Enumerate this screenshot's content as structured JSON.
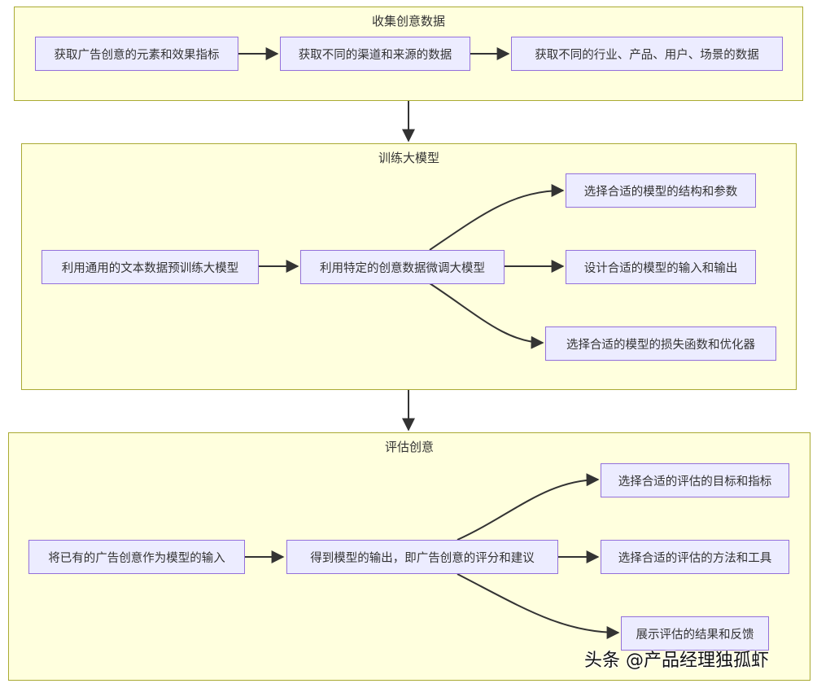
{
  "clusters": {
    "collect": {
      "title": "收集创意数据"
    },
    "train": {
      "title": "训练大模型"
    },
    "evaluate": {
      "title": "评估创意"
    }
  },
  "nodes": {
    "c1": "获取广告创意的元素和效果指标",
    "c2": "获取不同的渠道和来源的数据",
    "c3": "获取不同的行业、产品、用户、场景的数据",
    "t1": "利用通用的文本数据预训练大模型",
    "t2": "利用特定的创意数据微调大模型",
    "t3": "选择合适的模型的结构和参数",
    "t4": "设计合适的模型的输入和输出",
    "t5": "选择合适的模型的损失函数和优化器",
    "e1": "将已有的广告创意作为模型的输入",
    "e2": "得到模型的输出，即广告创意的评分和建议",
    "e3": "选择合适的评估的目标和指标",
    "e4": "选择合适的评估的方法和工具",
    "e5": "展示评估的结果和反馈"
  },
  "watermark": "头条 @产品经理独孤虾",
  "colors": {
    "cluster_fill": "#ffffde",
    "cluster_border": "#aaaa33",
    "node_fill": "#ececff",
    "node_border": "#9370db",
    "edge": "#333333"
  }
}
